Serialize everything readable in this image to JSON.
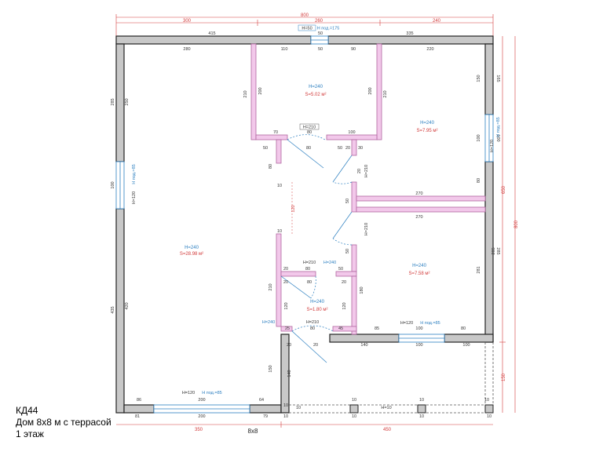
{
  "caption": {
    "code": "КД44",
    "title": "Дом 8х8 м с террасой",
    "floor": "1 этаж"
  },
  "bottom_label": "8x8",
  "overall_dims": {
    "top_total": "800",
    "top_left": "300",
    "top_mid": "260",
    "top_right": "240",
    "bottom_left": "350",
    "bottom_right": "450",
    "right_outer": "800",
    "right_upper": "650",
    "right_lower": "150"
  },
  "wall_dims": {
    "top_left": "415",
    "top_right": "335",
    "left_upper": "285",
    "left_opening": "100",
    "left_lower": "435",
    "right_upper": "165",
    "right_opening": "100",
    "right_lower": "285",
    "bottom_a": "81",
    "bottom_b": "200",
    "bottom_c": "79",
    "bottom_d": "10",
    "bottom_e": "10",
    "bottom_f": "10",
    "bottom_g": "10"
  },
  "inner_dims": {
    "room1_top": "280",
    "room1_left": "250",
    "room1_side": "420",
    "room1_bottom_a": "86",
    "room1_bottom_b": "200",
    "room1_bottom_c": "64",
    "bed1_top_a": "110",
    "bed1_top_b": "50",
    "bed1_top_c": "90",
    "bed1_left": "200",
    "bed1_right": "200",
    "bed1_out_left": "210",
    "bed1_out_right": "210",
    "bed1_bottom_a": "70",
    "bed1_bottom_b": "80",
    "bed1_bottom_c": "100",
    "bed2_top": "220",
    "bed2_right_a": "150",
    "bed2_right_b": "100",
    "bed2_right_c": "80",
    "bed2_bottom": "270",
    "bed3_top": "270",
    "bed3_right": "281",
    "bed3_side": "285",
    "hall_a": "50",
    "hall_b": "80",
    "hall_c": "50",
    "hall_d": "20",
    "hall_e": "30",
    "hall_f": "80",
    "hall_g": "10",
    "hall_h": "20",
    "hall_i": "120",
    "hall_j": "50",
    "hall_k": "50",
    "hall_l": "10",
    "wc_a": "20",
    "wc_b": "80",
    "wc_c": "50",
    "wc_d": "120",
    "wc_e": "120",
    "wc_f": "20",
    "wc_g": "80",
    "wc_h": "20",
    "wc_i": "210",
    "wc_j": "10",
    "hall2_a": "180",
    "hall2_b": "85",
    "hall2_c": "100",
    "hall2_d": "80",
    "entry_a": "25",
    "entry_b": "80",
    "entry_c": "45",
    "entry_d": "20",
    "entry_e": "20",
    "entry_f": "140",
    "entry_g": "100",
    "entry_h": "100",
    "entry_i": "150",
    "entry_j": "140",
    "entry_k": "10",
    "terrace_a": "10",
    "terrace_b": "10",
    "terrace_c": "10",
    "terrace_d": "10",
    "terrace_h": "H=10"
  },
  "opening_labels": {
    "top_window": "H=50",
    "top_window_sill": "H под.=175",
    "top_window_w": "50",
    "left_window": "H=120",
    "left_window_sill": "H под.=85",
    "right_window": "H=120",
    "right_window_sill": "H под.=85",
    "bottom_window": "H=120",
    "bottom_window_sill": "H под.=85",
    "bed3_window": "H=120",
    "bed3_window_sill": "H под.=85",
    "door_bed1": "H=210",
    "door_hall_a": "H=210",
    "door_hall_b": "H=210",
    "door_wc": "H=210",
    "door_wc2": "H=240",
    "door_entry": "H=210",
    "entry_h": "H=240"
  },
  "rooms": [
    {
      "id": "living",
      "h": "H=240",
      "s": "S=28.98 м²"
    },
    {
      "id": "bed1",
      "h": "H=240",
      "s": "S=5.02 м²"
    },
    {
      "id": "bed2",
      "h": "H=240",
      "s": "S=7.95 м²"
    },
    {
      "id": "bed3",
      "h": "H=240",
      "s": "S=7.58 м²"
    },
    {
      "id": "wc",
      "h": "H=240",
      "s": "S=1.80 м²"
    }
  ],
  "colors": {
    "wall_fill": "#c8c8c8",
    "wall_stroke": "#222222",
    "partition_fill": "#f2c8ea",
    "partition_stroke": "#b066a0",
    "dim_red": "#d23c3c",
    "dim_dark": "#333333",
    "window_blue": "#2c7fc0"
  }
}
